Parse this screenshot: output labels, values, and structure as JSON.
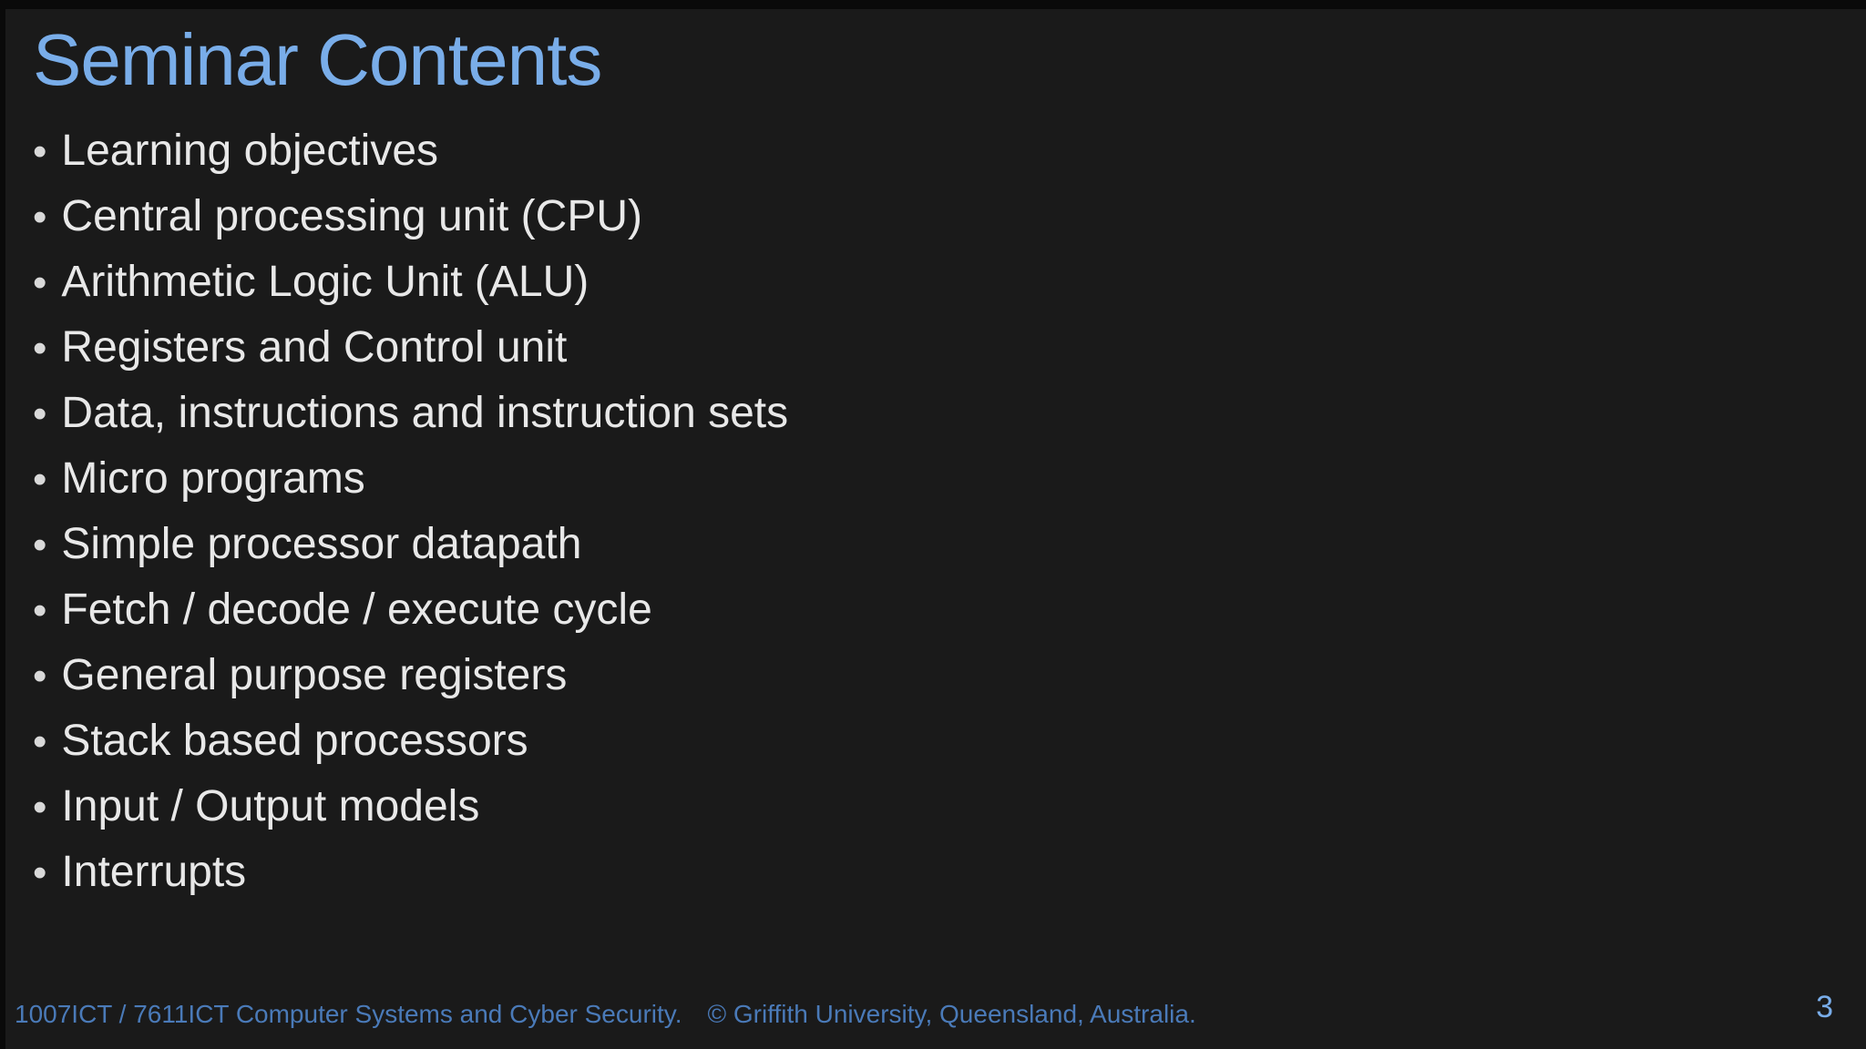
{
  "slide": {
    "title": "Seminar Contents",
    "bullets": [
      "Learning objectives",
      "Central processing unit (CPU)",
      "Arithmetic Logic Unit (ALU)",
      "Registers and Control unit",
      "Data, instructions and instruction sets",
      "Micro programs",
      "Simple processor datapath",
      "Fetch / decode / execute cycle",
      "General purpose registers",
      "Stack based processors",
      "Input / Output models",
      "Interrupts"
    ],
    "footer": {
      "course": "1007ICT / 7611ICT Computer Systems and Cyber Security.",
      "copyright": "© Griffith University, Queensland, Australia."
    },
    "page_number": "3",
    "colors": {
      "background": "#1a1a1a",
      "edge": "#0a0a0a",
      "title_color": "#79ade9",
      "body_color": "#e8e8e8",
      "bullet_color": "#d9d9d9",
      "footer_color": "#4a7ab8",
      "page_number_color": "#79ade9"
    }
  }
}
